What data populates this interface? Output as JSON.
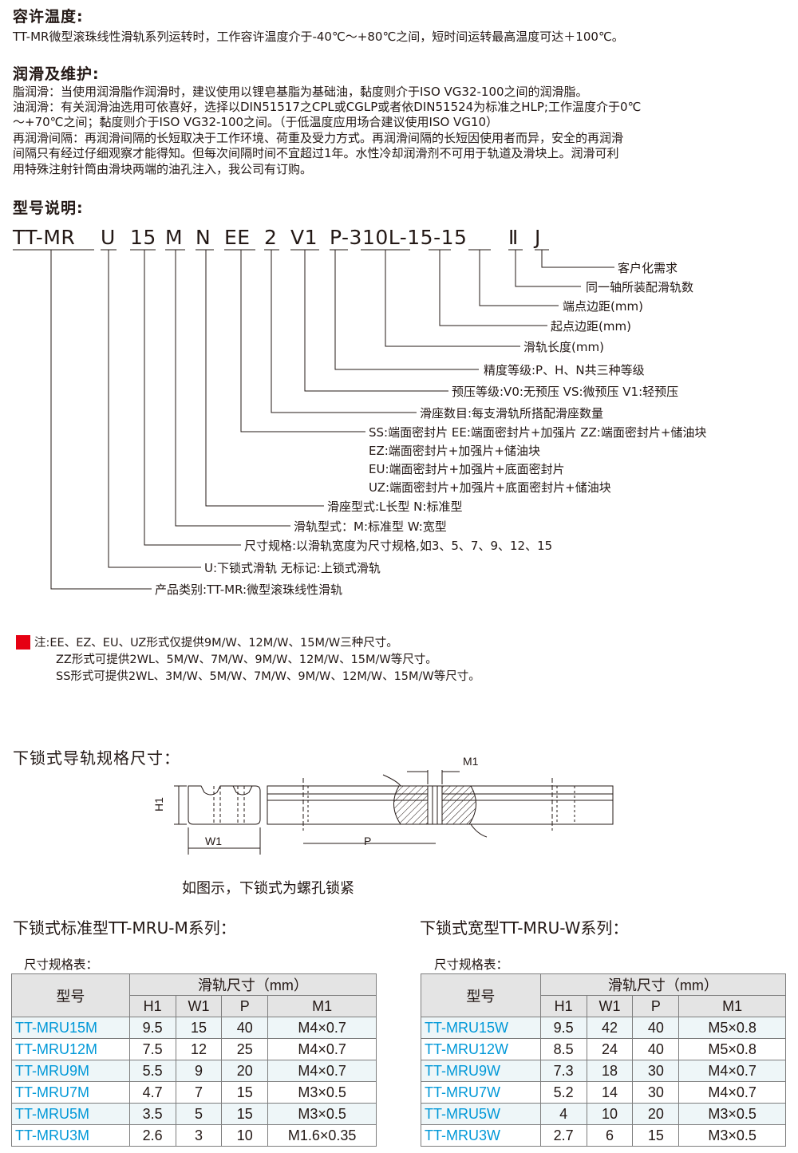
{
  "temp": {
    "heading": "容许温度:",
    "text": "TT-MR微型滚珠线性滑轨系列运转时，工作容许温度介于-40℃～+80℃之间，短时间运转最高温度可达＋100℃。"
  },
  "lube": {
    "heading": "润滑及维护:",
    "lines": [
      "脂润滑：当使用润滑脂作润滑时，建议使用以锂皂基脂为基础油，黏度则介于ISO VG32-100之间的润滑脂。",
      "油润滑：有关润滑油选用可依喜好，选择以DIN51517之CPL或CGLP或者依DIN51524为标准之HLP;工作温度介于0℃",
      "～+70℃之间；黏度则介于ISO VG32-100之间。（于低温度应用场合建议使用ISO VG10）",
      "再润滑间隔：再润滑间隔的长短取决于工作环境、荷重及受力方式。再润滑间隔的长短因使用者而异，安全的再润滑",
      "间隔只有经过仔细观察才能得知。但每次间隔时间不宜超过1年。水性冷却润滑剂不可用于轨道及滑块上。润滑可利",
      "用特殊注射针筒由滑块两端的油孔注入，我公司有订购。"
    ]
  },
  "model": {
    "heading": "型号说明:",
    "segments": [
      "TT-MR",
      "U",
      "15",
      "M",
      "N",
      "EE",
      "2",
      "V1",
      "P-310L-15-15",
      "Ⅱ",
      "J"
    ],
    "labels": [
      "客户化需求",
      "同一轴所装配滑轨数",
      "端点边距(mm)",
      "起点边距(mm)",
      "滑轨长度(mm)",
      "精度等级:P、H、N共三种等级",
      "预压等级:V0:无预压  VS:微预压  V1:轻预压",
      "滑座数目:每支滑轨所搭配滑座数量",
      "SS:端面密封片  EE:端面密封片+加强片  ZZ:端面密封片+储油块",
      "EZ:端面密封片+加强片+储油块",
      "EU:端面密封片+加强片+底面密封片",
      "UZ:端面密封片+加强片+底面密封片+储油块",
      "滑座型式:L长型   N:标准型",
      "滑轨型式：M:标准型   W:宽型",
      "尺寸规格:以滑轨宽度为尺寸规格,如3、5、7、9、12、15",
      "U:下锁式滑轨    无标记:上锁式滑轨",
      "产品类别:TT-MR:微型滚珠线性滑轨"
    ]
  },
  "note": {
    "lines": [
      "注:EE、EZ、EU、UZ形式仅提供9M/W、12M/W、15M/W三种尺寸。",
      "ZZ形式可提供2WL、5M/W、7M/W、9M/W、12M/W、15M/W等尺寸。",
      "SS形式可提供2WL、3M/W、5M/W、7M/W、9M/W、12M/W、15M/W等尺寸。"
    ],
    "marker_color": "#e60012"
  },
  "drawing": {
    "heading": "下锁式导轨规格尺寸：",
    "dims": {
      "h1": "H1",
      "w1": "W1",
      "p": "P",
      "m1": "M1"
    },
    "caption": "如图示，下锁式为螺孔锁紧"
  },
  "tables": {
    "left_title": "下锁式标准型TT-MRU-M系列：",
    "right_title": "下锁式宽型TT-MRU-W系列：",
    "subtitle": "尺寸规格表：",
    "header_model": "型号",
    "header_group": "滑轨尺寸（mm）",
    "columns": [
      "H1",
      "W1",
      "P",
      "M1"
    ],
    "left_rows": [
      [
        "TT-MRU15M",
        "9.5",
        "15",
        "40",
        "M4×0.7"
      ],
      [
        "TT-MRU12M",
        "7.5",
        "12",
        "25",
        "M4×0.7"
      ],
      [
        "TT-MRU9M",
        "5.5",
        "9",
        "20",
        "M4×0.7"
      ],
      [
        "TT-MRU7M",
        "4.7",
        "7",
        "15",
        "M3×0.5"
      ],
      [
        "TT-MRU5M",
        "3.5",
        "5",
        "15",
        "M3×0.5"
      ],
      [
        "TT-MRU3M",
        "2.6",
        "3",
        "10",
        "M1.6×0.35"
      ]
    ],
    "right_rows": [
      [
        "TT-MRU15W",
        "9.5",
        "42",
        "40",
        "M5×0.8"
      ],
      [
        "TT-MRU12W",
        "8.5",
        "24",
        "40",
        "M5×0.8"
      ],
      [
        "TT-MRU9W",
        "7.3",
        "18",
        "30",
        "M4×0.7"
      ],
      [
        "TT-MRU7W",
        "5.2",
        "14",
        "30",
        "M4×0.7"
      ],
      [
        "TT-MRU5W",
        "4",
        "10",
        "20",
        "M3×0.5"
      ],
      [
        "TT-MRU3W",
        "2.7",
        "6",
        "15",
        "M3×0.5"
      ]
    ],
    "model_color": "#0098d8"
  }
}
